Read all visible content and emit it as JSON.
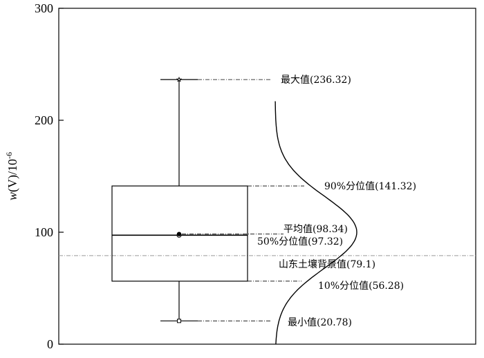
{
  "chart_data": {
    "type": "box",
    "ylabel": {
      "var": "w",
      "paren": "(V)/10",
      "sup": "-6"
    },
    "ylim": [
      0,
      300
    ],
    "yticks": [
      0,
      100,
      200,
      300
    ],
    "grid": false,
    "box": {
      "min": 20.78,
      "p10": 56.28,
      "median": 97.32,
      "mean": 98.34,
      "p90": 141.32,
      "max": 236.32
    },
    "background_line": {
      "value": 79.1
    },
    "distribution_curve": {
      "peak_value": 100,
      "sigma": 32,
      "y_start": 0,
      "y_end": 217
    },
    "annotations": [
      {
        "key": "max",
        "label": "最大值(236.32)"
      },
      {
        "key": "p90",
        "label": "90%分位值(141.32)"
      },
      {
        "key": "mean",
        "label": "平均值(98.34)"
      },
      {
        "key": "median",
        "label": "50%分位值(97.32)"
      },
      {
        "key": "background",
        "label": "山东土壤背景值(79.1)"
      },
      {
        "key": "p10",
        "label": "10%分位值(56.28)"
      },
      {
        "key": "min",
        "label": "最小值(20.78)"
      }
    ]
  }
}
